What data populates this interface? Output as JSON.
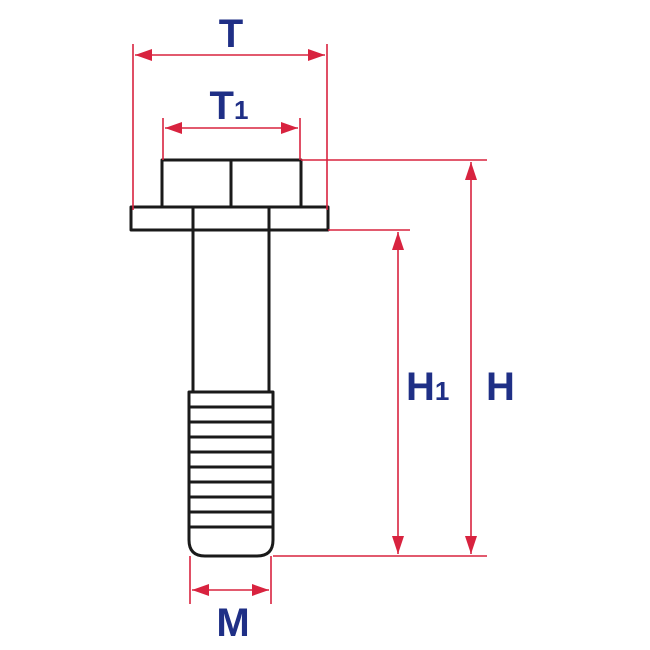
{
  "labels": {
    "t": "T",
    "t1_main": "T",
    "t1_sub": "1",
    "h1_main": "H",
    "h1_sub": "1",
    "h": "H",
    "m": "M"
  },
  "colors": {
    "dimension": "#d8233f",
    "label": "#1f2f86",
    "outline": "#1a1a1a"
  }
}
